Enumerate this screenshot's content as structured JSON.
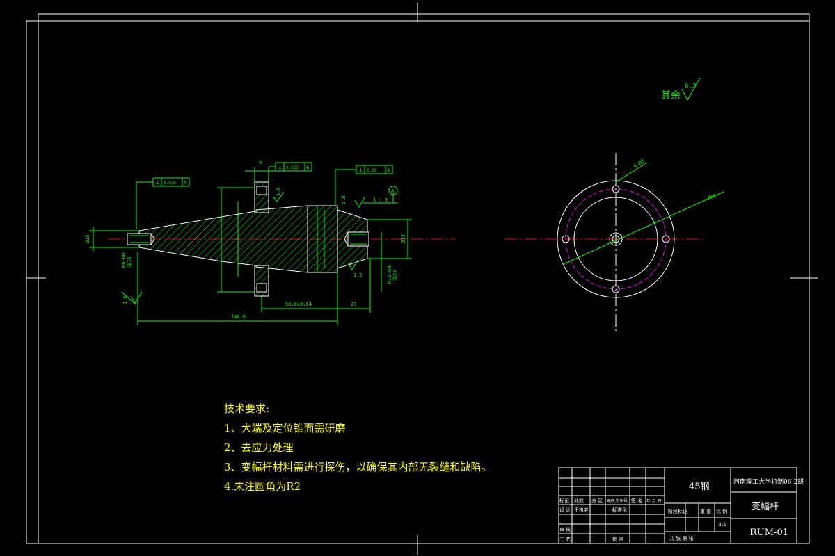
{
  "drawing": {
    "roughness_note": "其余",
    "roughness_value": "6.3",
    "dims": {
      "overall_length": "140.0",
      "mid_length": "56.0±0.04",
      "tail_length": "27",
      "flange_thickness": "8",
      "left_tip_dia": "Ø15",
      "left_thread": "M8-6H",
      "left_thread_depth": "深16",
      "roughness_left": "1.6",
      "roughness_flange": "1.6",
      "roughness_small": "0.8",
      "roughness_cone": "1.6",
      "taper": "1 : 3",
      "datum": "A",
      "right_dia": "Ø14",
      "right_thread": "M12-6H",
      "right_thread_depth": "深20",
      "hole_callout": "4-Ø8",
      "pcd_callout": "Ø80"
    },
    "tolerances": {
      "t1_symbol": "⊥",
      "t1_value": "0.025",
      "t1_datum": "A",
      "t2_symbol": "⊥",
      "t2_value": "0.025",
      "t2_datum": "A",
      "t3_symbol": "⊥",
      "t3_value": "0.02",
      "t3_datum": "A"
    }
  },
  "notes": {
    "title": "技术要求:",
    "items": [
      "1、大端及定位锥面需研磨",
      "2、去应力处理",
      "3、变幅杆材料需进行探伤，以确保其内部无裂缝和缺陷。",
      "4.未注圆角为R2"
    ]
  },
  "title_block": {
    "material": "45钢",
    "school": "河南理工大学机制06-2班",
    "part_name": "变幅杆",
    "drawing_no": "RUM-01",
    "scale": "1:1",
    "row_labels": {
      "mark": "标记",
      "count": "处数",
      "zone": "分 区",
      "change_doc": "更改文件号",
      "sign": "签 名",
      "date": "年.月.日",
      "design": "设 计",
      "designer": "王执老",
      "standard": "标准化",
      "review": "审 核",
      "process": "工 艺",
      "approve": "批 准",
      "stage": "阶段标记",
      "weight": "重 量",
      "ratio": "比 例",
      "sheets": "共  张  第  张"
    }
  },
  "colors": {
    "border": "#ffffff",
    "dimension": "#00ff00",
    "outline": "#ffffff",
    "hatch": "#00ff00",
    "centerline": "#ff0000",
    "pcd": "#ff00ff",
    "notes": "#ffff00"
  }
}
